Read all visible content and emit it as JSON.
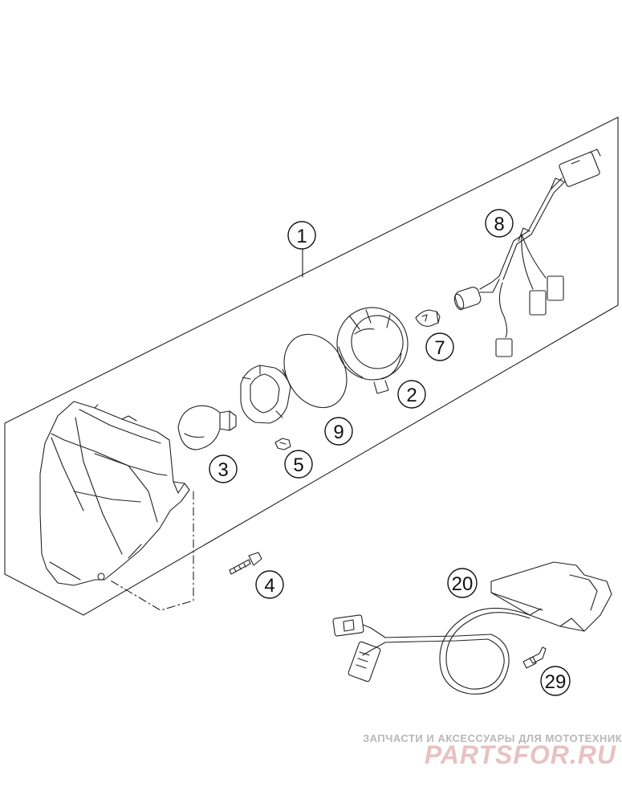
{
  "callouts": [
    {
      "id": "1",
      "label": "1"
    },
    {
      "id": "2",
      "label": "2"
    },
    {
      "id": "3",
      "label": "3"
    },
    {
      "id": "4",
      "label": "4"
    },
    {
      "id": "5",
      "label": "5"
    },
    {
      "id": "7",
      "label": "7"
    },
    {
      "id": "8",
      "label": "8"
    },
    {
      "id": "9",
      "label": "9"
    },
    {
      "id": "20",
      "label": "20"
    },
    {
      "id": "29",
      "label": "29"
    }
  ],
  "watermark": {
    "tagline": "ЗАПЧАСТИ И АКСЕССУАРЫ ДЛЯ МОТОТЕХНИКИ",
    "logo": "PARTSFOR.RU"
  }
}
